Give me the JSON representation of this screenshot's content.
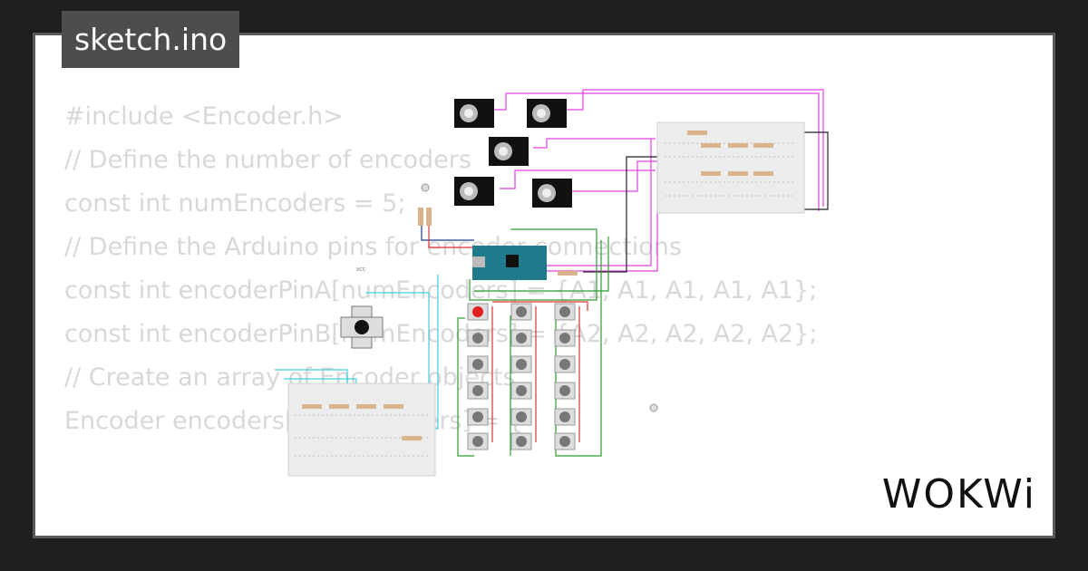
{
  "header": {
    "title": "sketch.ino"
  },
  "code": {
    "lines": [
      "#include <Encoder.h>",
      "",
      "// Define the number of encoders",
      "const int numEncoders = 5;",
      "",
      "// Define the Arduino pins for encoder connections",
      "const int encoderPinA[numEncoders] = {A1, A1, A1, A1, A1};",
      "const int encoderPinB[numEncoders] = {A2, A2, A2, A2, A2};",
      "",
      "// Create an array of Encoder objects",
      "Encoder encoders[numEncoders] = {"
    ]
  },
  "circuit": {
    "vcc_label": "VCC"
  },
  "branding": {
    "logo": "WOKWi"
  },
  "colors": {
    "background": "#1e1e1e",
    "card": "#ffffff",
    "title_bg": "#4d4d4d",
    "code_text": "#d8d8d8",
    "arduino": "#1f7a8c"
  }
}
